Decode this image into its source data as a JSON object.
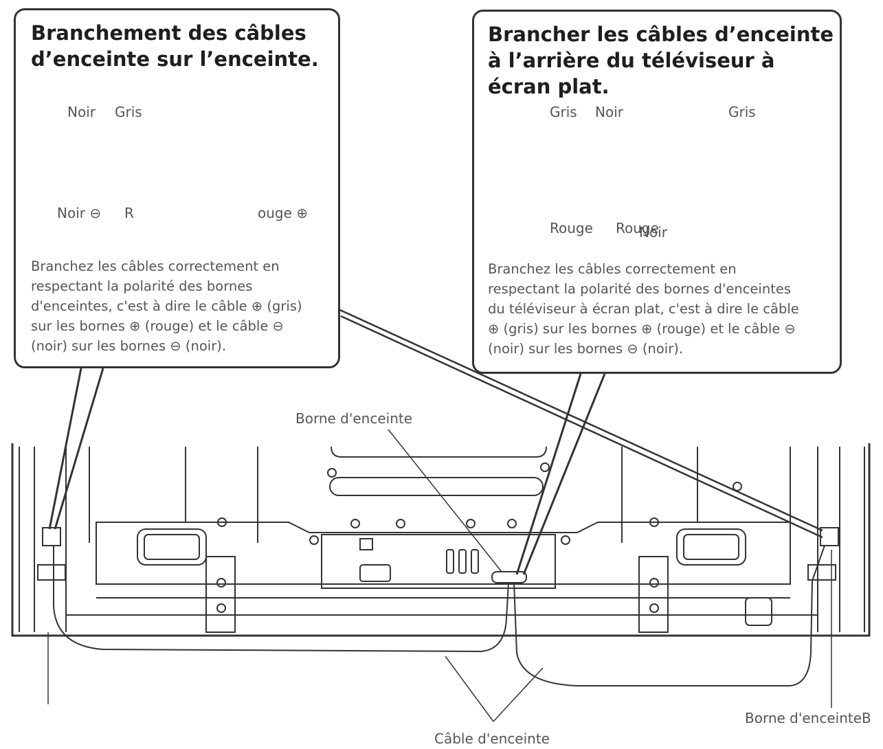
{
  "left_callout": {
    "title": "Branchement des câbles d’enceinte sur l’enceinte.",
    "labels": {
      "noir_top": "Noir",
      "gris_top": "Gris",
      "noir_minus": "Noir ⊖",
      "r": "R",
      "rouge_plus": "ouge ⊕"
    },
    "description": "Branchez les câbles correctement en\nrespectant la polarité des bornes\nd'enceintes, c'est à dire le câble ⊕ (gris)\nsur les bornes ⊕ (rouge) et le câble ⊖\n(noir) sur les bornes ⊖ (noir)."
  },
  "right_callout": {
    "title": "Brancher les câbles d’enceinte à l’arrière du téléviseur à écran plat.",
    "labels": {
      "gris_left": "Gris",
      "noir": "Noir",
      "gris_right": "Gris",
      "rouge_left": "Rouge",
      "rouge_mid": "Rouge",
      "noir_bottom": "Noir"
    },
    "description": "Branchez les câbles correctement en\nrespectant la polarité des bornes d'enceintes\ndu téléviseur à écran plat, c'est à dire le câble\n⊕ (gris) sur les bornes ⊕ (rouge) et le câble ⊖\n(noir) sur les bornes ⊖ (noir)."
  },
  "tv_labels": {
    "borne_center": "Borne d'enceinte",
    "borne_right": "Borne d'enceinteB",
    "cable": "Câble d'enceinte"
  }
}
